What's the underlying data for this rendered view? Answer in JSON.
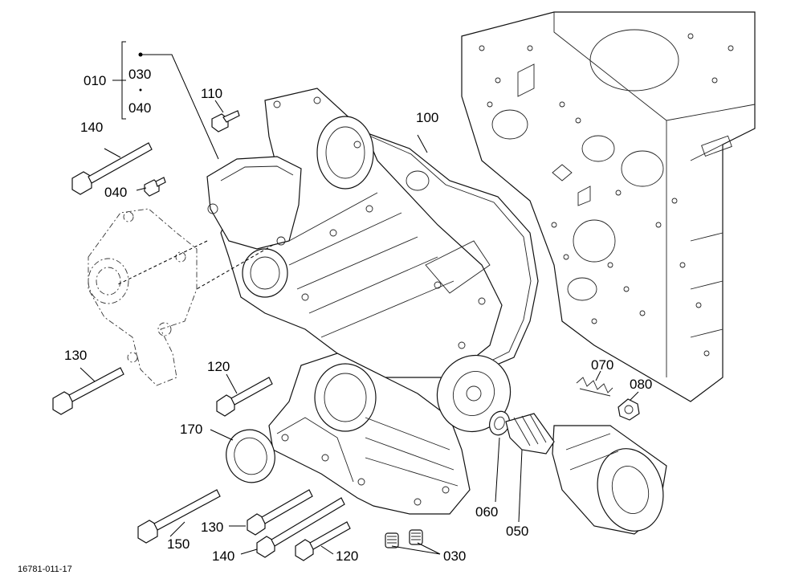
{
  "figure_id": "16781-011-17",
  "labels": {
    "p010": "010",
    "p030_top": "030",
    "p040_top": "040",
    "p110": "110",
    "p140_top": "140",
    "p040": "040",
    "p100": "100",
    "p130_left": "130",
    "p120_mid": "120",
    "p170": "170",
    "p070": "070",
    "p080": "080",
    "p060": "060",
    "p050": "050",
    "p150": "150",
    "p130_bottom": "130",
    "p140_bottom": "140",
    "p120_bottom": "120",
    "p030_bottom": "030"
  }
}
